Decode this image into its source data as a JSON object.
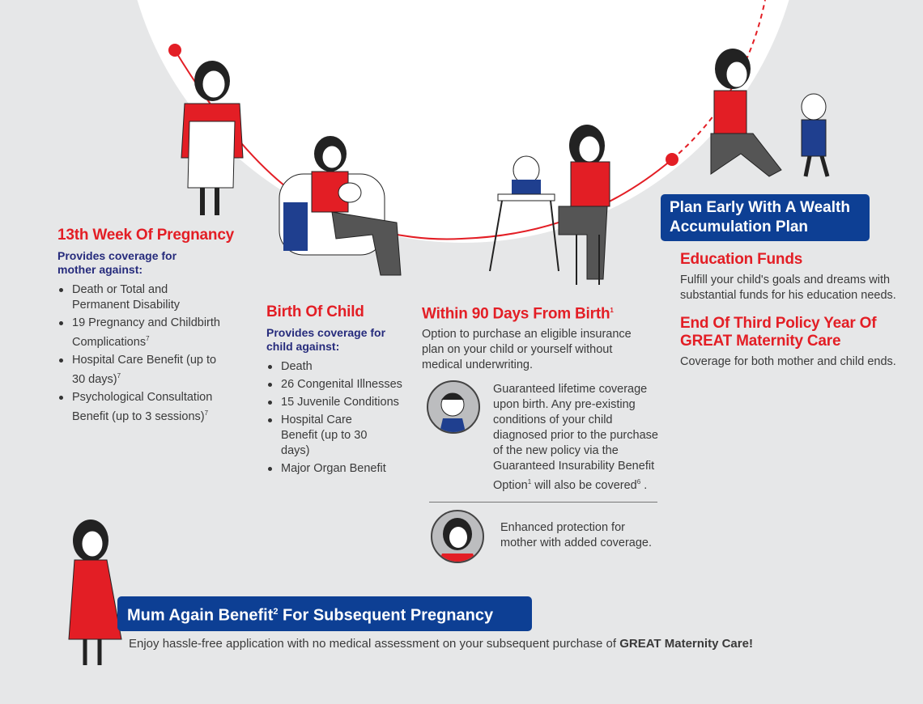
{
  "colors": {
    "red": "#e31e25",
    "navy": "#262b7c",
    "blue_box": "#0d3f94",
    "background": "#e6e7e8"
  },
  "stage1": {
    "title": "13th Week Of Pregnancy",
    "subtitle": "Provides coverage for mother against:",
    "items": [
      {
        "text": "Death or Total and Permanent Disability",
        "sup": ""
      },
      {
        "text": "19 Pregnancy and Childbirth Complications",
        "sup": "7"
      },
      {
        "text": "Hospital Care Benefit (up to 30 days)",
        "sup": "7"
      },
      {
        "text": "Psychological Consultation Benefit (up to 3 sessions)",
        "sup": "7"
      }
    ]
  },
  "stage2": {
    "title": "Birth Of Child",
    "subtitle": "Provides coverage for child against:",
    "items": [
      "Death",
      "26 Congenital Illnesses",
      "15 Juvenile Conditions",
      "Hospital Care Benefit (up to 30 days)",
      "Major Organ Benefit"
    ]
  },
  "stage3": {
    "title": "Within 90 Days From Birth",
    "title_sup": "1",
    "body": "Option to purchase an eligible insurance plan on your child or yourself without medical underwriting.",
    "child_note_a": "Guaranteed lifetime coverage upon birth. Any pre-existing conditions of your child diagnosed prior to the purchase of the new policy via the Guaranteed Insurability Benefit Option",
    "child_note_sup1": "1",
    "child_note_b": " will also be covered",
    "child_note_sup2": "6",
    "child_note_c": " .",
    "mother_note": "Enhanced protection for mother with added coverage."
  },
  "stage4": {
    "banner": "Plan Early With A Wealth Accumulation Plan",
    "edu_title": "Education Funds",
    "edu_body": "Fulfill your child's goals and dreams with substantial funds for his education needs.",
    "end_title": "End Of Third Policy Year Of GREAT Maternity Care",
    "end_body": "Coverage for both mother and child ends."
  },
  "mum_again": {
    "title_a": "Mum Again Benefit",
    "title_sup": "2",
    "title_b": " For Subsequent Pregnancy",
    "body": "Enjoy hassle-free application with no medical assessment on your subsequent purchase of ",
    "body_bold": "GREAT Maternity Care!"
  }
}
